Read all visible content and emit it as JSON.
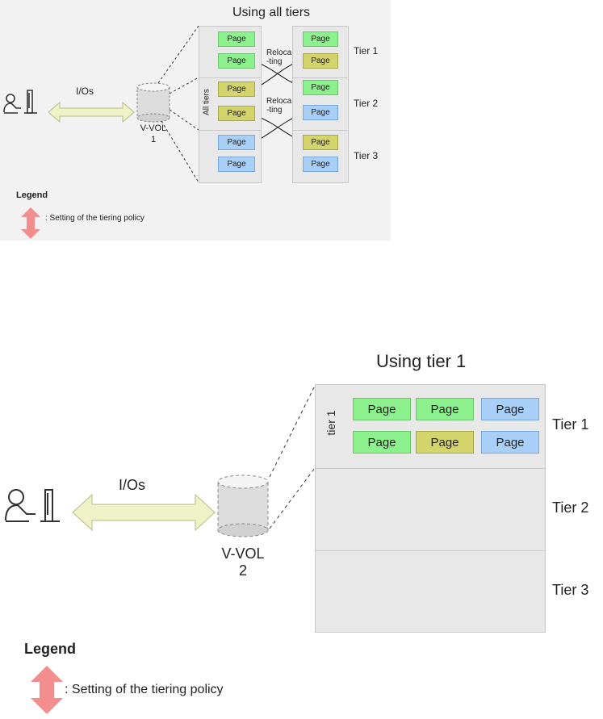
{
  "top": {
    "title": "Using all tiers",
    "ios_label": "I/Os",
    "vvol_line1": "V-VOL",
    "vvol_line2": "1",
    "policy_label": "All tiers",
    "relocating_a": [
      "Reloca",
      "-ting"
    ],
    "relocating_b": [
      "Reloca",
      "-ting"
    ],
    "tiers": [
      "Tier 1",
      "Tier 2",
      "Tier 3"
    ],
    "page_label": "Page",
    "legend_title": "Legend",
    "legend_text": ": Setting of the tiering policy"
  },
  "bottom": {
    "title": "Using tier 1",
    "ios_label": "I/Os",
    "vvol_line1": "V-VOL",
    "vvol_line2": "2",
    "policy_label": "tier 1",
    "tiers": [
      "Tier 1",
      "Tier 2",
      "Tier 3"
    ],
    "page_label": "Page",
    "legend_title": "Legend",
    "legend_text": ": Setting of the tiering policy"
  },
  "colors": {
    "tier1_page": "#8cf08c",
    "tier2_page": "#d4d46c",
    "tier3_page": "#a8cff8",
    "policy_arrow": "#f28e8e",
    "io_arrow": "#eef2c6"
  },
  "icons": [
    "user-at-computer-icon",
    "cylinder-volume-icon",
    "double-arrow-icon"
  ]
}
